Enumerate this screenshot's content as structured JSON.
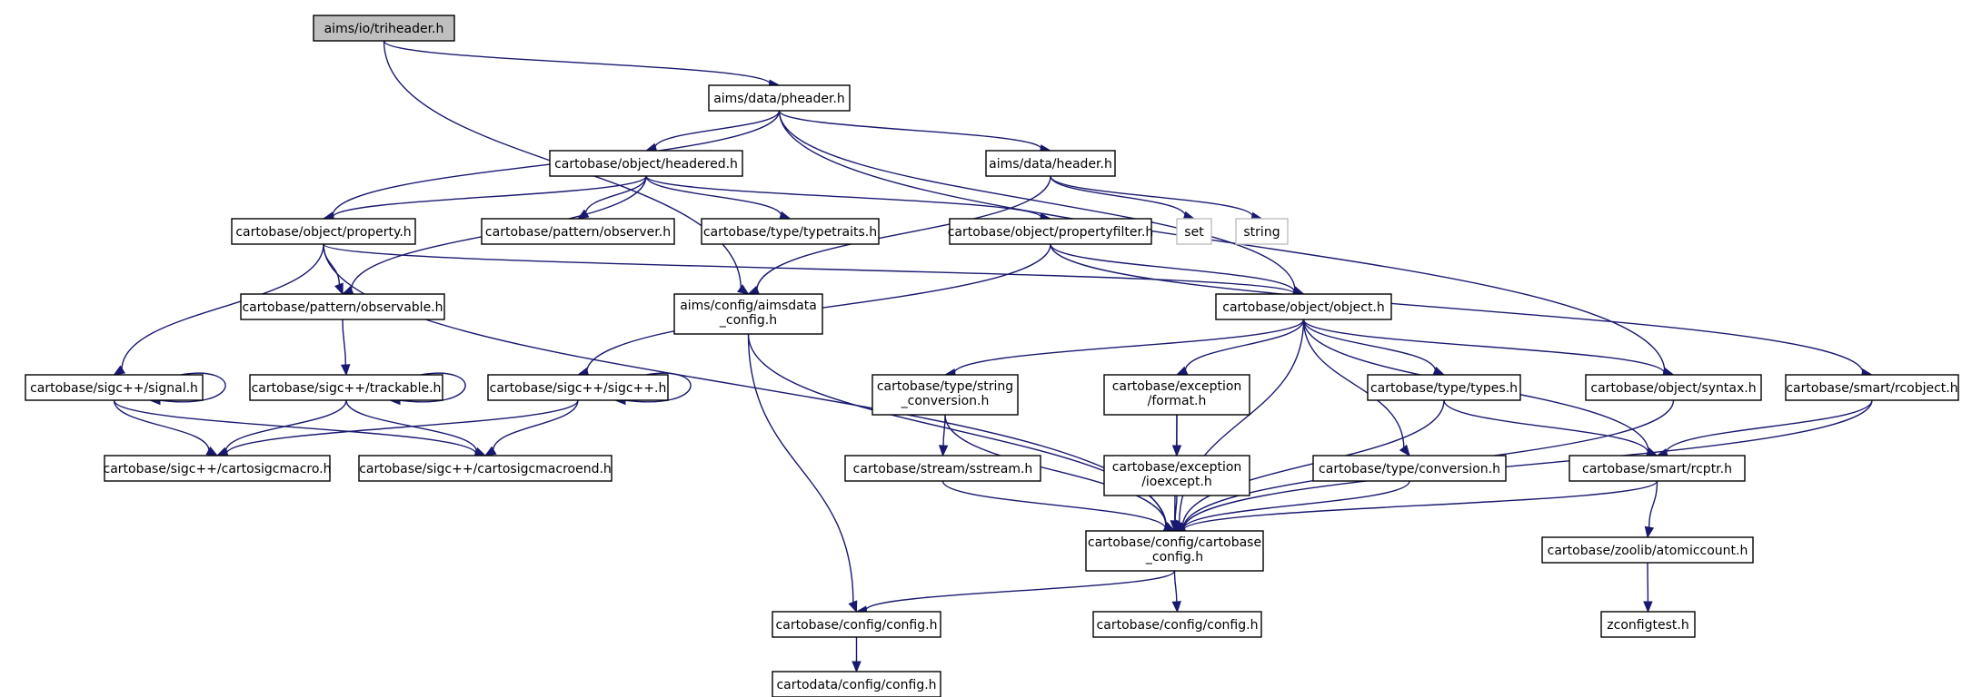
{
  "nodes": [
    {
      "id": "triheader",
      "lines": [
        "aims/io/triheader.h"
      ],
      "style": "root"
    },
    {
      "id": "pheader",
      "lines": [
        "aims/data/pheader.h"
      ],
      "style": "normal"
    },
    {
      "id": "headered",
      "lines": [
        "cartobase/object/headered.h"
      ],
      "style": "normal"
    },
    {
      "id": "header",
      "lines": [
        "aims/data/header.h"
      ],
      "style": "normal"
    },
    {
      "id": "property",
      "lines": [
        "cartobase/object/property.h"
      ],
      "style": "normal"
    },
    {
      "id": "observer",
      "lines": [
        "cartobase/pattern/observer.h"
      ],
      "style": "normal"
    },
    {
      "id": "typetraits",
      "lines": [
        "cartobase/type/typetraits.h"
      ],
      "style": "normal"
    },
    {
      "id": "propertyfilter",
      "lines": [
        "cartobase/object/propertyfilter.h"
      ],
      "style": "normal"
    },
    {
      "id": "set",
      "lines": [
        "set"
      ],
      "style": "external"
    },
    {
      "id": "string",
      "lines": [
        "string"
      ],
      "style": "external"
    },
    {
      "id": "observable",
      "lines": [
        "cartobase/pattern/observable.h"
      ],
      "style": "normal"
    },
    {
      "id": "aimsdata_config",
      "lines": [
        "aims/config/aimsdata",
        "_config.h"
      ],
      "style": "normal"
    },
    {
      "id": "object",
      "lines": [
        "cartobase/object/object.h"
      ],
      "style": "normal"
    },
    {
      "id": "signal",
      "lines": [
        "cartobase/sigc++/signal.h"
      ],
      "style": "normal"
    },
    {
      "id": "trackable",
      "lines": [
        "cartobase/sigc++/trackable.h"
      ],
      "style": "normal"
    },
    {
      "id": "sigcpp",
      "lines": [
        "cartobase/sigc++/sigc++.h"
      ],
      "style": "normal"
    },
    {
      "id": "string_conversion",
      "lines": [
        "cartobase/type/string",
        "_conversion.h"
      ],
      "style": "normal"
    },
    {
      "id": "format",
      "lines": [
        "cartobase/exception",
        "/format.h"
      ],
      "style": "normal"
    },
    {
      "id": "types",
      "lines": [
        "cartobase/type/types.h"
      ],
      "style": "normal"
    },
    {
      "id": "syntax",
      "lines": [
        "cartobase/object/syntax.h"
      ],
      "style": "normal"
    },
    {
      "id": "rcobject",
      "lines": [
        "cartobase/smart/rcobject.h"
      ],
      "style": "normal"
    },
    {
      "id": "cartosigcmacro",
      "lines": [
        "cartobase/sigc++/cartosigcmacro.h"
      ],
      "style": "normal"
    },
    {
      "id": "cartosigcmacroend",
      "lines": [
        "cartobase/sigc++/cartosigcmacroend.h"
      ],
      "style": "normal"
    },
    {
      "id": "sstream",
      "lines": [
        "cartobase/stream/sstream.h"
      ],
      "style": "normal"
    },
    {
      "id": "ioexcept",
      "lines": [
        "cartobase/exception",
        "/ioexcept.h"
      ],
      "style": "normal"
    },
    {
      "id": "conversion",
      "lines": [
        "cartobase/type/conversion.h"
      ],
      "style": "normal"
    },
    {
      "id": "rcptr",
      "lines": [
        "cartobase/smart/rcptr.h"
      ],
      "style": "normal"
    },
    {
      "id": "cartobase_config",
      "lines": [
        "cartobase/config/cartobase",
        "_config.h"
      ],
      "style": "normal"
    },
    {
      "id": "atomiccount",
      "lines": [
        "cartobase/zoolib/atomiccount.h"
      ],
      "style": "normal"
    },
    {
      "id": "config_a",
      "lines": [
        "cartobase/config/config.h"
      ],
      "style": "normal"
    },
    {
      "id": "config_b",
      "lines": [
        "cartobase/config/config.h"
      ],
      "style": "normal"
    },
    {
      "id": "zconfigtest",
      "lines": [
        "zconfigtest.h"
      ],
      "style": "normal"
    },
    {
      "id": "cartodata_config",
      "lines": [
        "cartodata/config/config.h"
      ],
      "style": "normal"
    }
  ],
  "edges": [
    [
      "triheader",
      "pheader"
    ],
    [
      "triheader",
      "aimsdata_config"
    ],
    [
      "pheader",
      "headered"
    ],
    [
      "pheader",
      "property"
    ],
    [
      "pheader",
      "header"
    ],
    [
      "pheader",
      "object"
    ],
    [
      "pheader",
      "syntax"
    ],
    [
      "headered",
      "property"
    ],
    [
      "headered",
      "observer"
    ],
    [
      "headered",
      "typetraits"
    ],
    [
      "headered",
      "propertyfilter"
    ],
    [
      "headered",
      "observable"
    ],
    [
      "header",
      "set"
    ],
    [
      "header",
      "string"
    ],
    [
      "header",
      "aimsdata_config"
    ],
    [
      "property",
      "observable"
    ],
    [
      "property",
      "signal"
    ],
    [
      "property",
      "object"
    ],
    [
      "property",
      "cartobase_config"
    ],
    [
      "propertyfilter",
      "object"
    ],
    [
      "propertyfilter",
      "sigcpp"
    ],
    [
      "propertyfilter",
      "rcobject"
    ],
    [
      "observable",
      "trackable"
    ],
    [
      "aimsdata_config",
      "cartobase_config"
    ],
    [
      "aimsdata_config",
      "config_a"
    ],
    [
      "object",
      "string_conversion"
    ],
    [
      "object",
      "format"
    ],
    [
      "object",
      "types"
    ],
    [
      "object",
      "syntax"
    ],
    [
      "object",
      "rcptr"
    ],
    [
      "object",
      "conversion"
    ],
    [
      "object",
      "cartobase_config"
    ],
    [
      "signal",
      "signal"
    ],
    [
      "signal",
      "cartosigcmacro"
    ],
    [
      "signal",
      "cartosigcmacroend"
    ],
    [
      "trackable",
      "trackable"
    ],
    [
      "trackable",
      "cartosigcmacro"
    ],
    [
      "trackable",
      "cartosigcmacroend"
    ],
    [
      "sigcpp",
      "sigcpp"
    ],
    [
      "sigcpp",
      "cartosigcmacro"
    ],
    [
      "sigcpp",
      "cartosigcmacroend"
    ],
    [
      "string_conversion",
      "sstream"
    ],
    [
      "string_conversion",
      "cartobase_config"
    ],
    [
      "format",
      "ioexcept"
    ],
    [
      "format",
      "cartobase_config"
    ],
    [
      "types",
      "rcptr"
    ],
    [
      "types",
      "cartobase_config"
    ],
    [
      "syntax",
      "cartobase_config"
    ],
    [
      "rcobject",
      "rcptr"
    ],
    [
      "rcobject",
      "cartobase_config"
    ],
    [
      "sstream",
      "cartobase_config"
    ],
    [
      "ioexcept",
      "cartobase_config"
    ],
    [
      "conversion",
      "cartobase_config"
    ],
    [
      "rcptr",
      "cartobase_config"
    ],
    [
      "rcptr",
      "atomiccount"
    ],
    [
      "atomiccount",
      "zconfigtest"
    ],
    [
      "cartobase_config",
      "config_a"
    ],
    [
      "cartobase_config",
      "config_b"
    ],
    [
      "config_a",
      "cartodata_config"
    ]
  ]
}
